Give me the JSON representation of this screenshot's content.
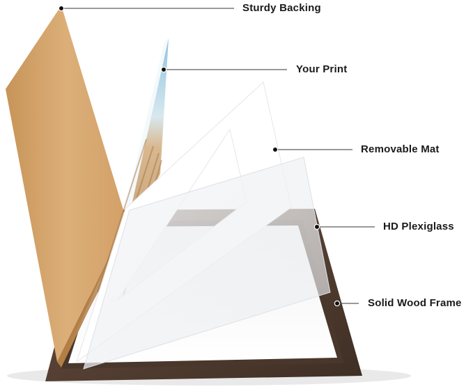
{
  "callouts": [
    {
      "key": "backing",
      "label": "Sturdy Backing"
    },
    {
      "key": "print",
      "label": "Your Print"
    },
    {
      "key": "mat",
      "label": "Removable Mat"
    },
    {
      "key": "plexiglass",
      "label": "HD Plexiglass"
    },
    {
      "key": "frame",
      "label": "Solid Wood Frame"
    }
  ],
  "colors": {
    "frame": "#5a4436",
    "frame_dark": "#3e2e24",
    "backing": "#d6a66e",
    "mat": "#ffffff",
    "label_text": "#1a1a1a",
    "leader_line": "#333333"
  }
}
